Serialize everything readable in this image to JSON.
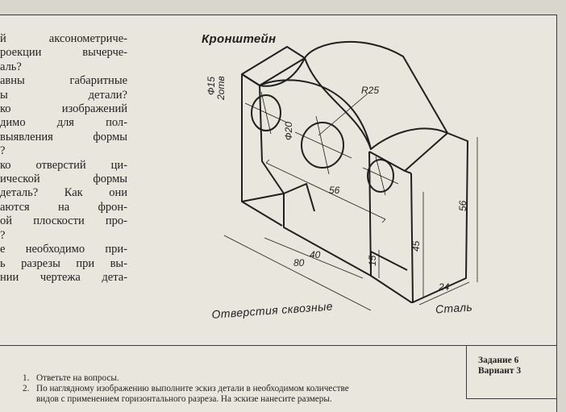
{
  "questions_fragment": [
    "й аксонометриче-",
    "роекции вычерче-",
    "аль?",
    "авны габаритные",
    "ы детали?",
    "ко изображений",
    "димо для пол-",
    "выявления формы",
    "?",
    "ко отверстий ци-",
    "ической формы",
    "деталь? Как они",
    "аются на фрон-",
    "ой плоскости про-",
    "?",
    "е необходимо при-",
    "ь разрезы при вы-",
    "нии чертежа дета-"
  ],
  "drawing": {
    "title": "Кронштейн",
    "note": "Отверстия сквозные",
    "material": "Сталь",
    "dims": {
      "hole_small_dia": "Ф15",
      "hole_small_count": "2отв",
      "hole_big_dia": "Ф20",
      "radius": "R25",
      "width": "56",
      "height": "56",
      "step_height": "45",
      "base_height": "15",
      "notch_width": "40",
      "length": "80",
      "depth": "24"
    }
  },
  "footer": {
    "tasks": [
      {
        "num": "1.",
        "text": "Ответьте на вопросы."
      },
      {
        "num": "2.",
        "text": "По наглядному изображению выполните эскиз детали в необходимом количестве"
      },
      {
        "num": "",
        "text": "видов с применением горизонтального разреза. На эскизе нанесите размеры."
      }
    ],
    "assignment_label": "Задание 6",
    "variant_label": "Вариант 3"
  }
}
